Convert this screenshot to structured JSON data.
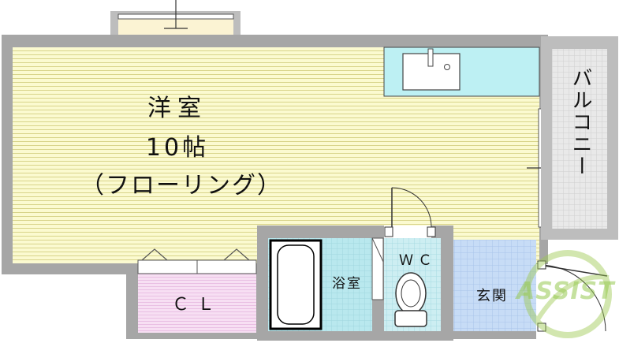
{
  "floorplan": {
    "room": {
      "name": "洋室",
      "size": "10帖",
      "flooring": "（フローリング）"
    },
    "closet": {
      "label": "ＣＬ"
    },
    "bath": {
      "label": "浴室"
    },
    "toilet": {
      "label": "ＷＣ"
    },
    "entrance": {
      "label": "玄関"
    },
    "balcony": {
      "label": "バルコニー"
    }
  },
  "watermark": {
    "text": "ASSIST"
  },
  "colors": {
    "room_floor": "#fbfad0",
    "room_lines": "#d8d48a",
    "kitchen": "#bdf0f3",
    "closet": "#f7dff3",
    "bath": "#b9e8ee",
    "toilet": "#cdeef2",
    "entrance_tile": "#c7dcf6",
    "balcony_grid": "#cfcfcf",
    "wall": "#9a9a9a",
    "watermark": "#9cc850"
  }
}
